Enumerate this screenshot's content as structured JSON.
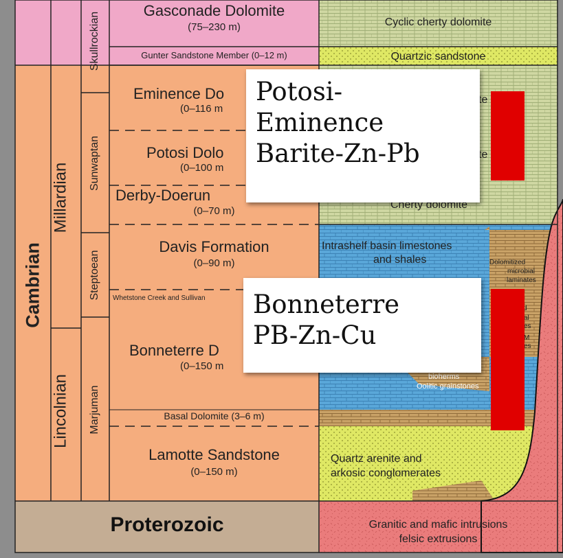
{
  "colors": {
    "cambrian": "#f5ad7e",
    "ordovician": "#f0a8c8",
    "proterozoic": "#c4ad94",
    "dolomite_green": "#cfd7a2",
    "sandstone_yellow": "#dfe864",
    "limestone_blue": "#5aa7d9",
    "granite_pink": "#ea7c7c",
    "callout_bar": "#e00000"
  },
  "columns": {
    "system": "Cambrian",
    "series": [
      "Millardian",
      "Lincolnian"
    ],
    "stages": [
      "Skullrockian",
      "Sunwaptan",
      "Steptoean",
      "Marjuman"
    ],
    "basement": "Proterozoic"
  },
  "formations": [
    {
      "name": "Gasconade Dolomite",
      "thickness": "(75–230 m)"
    },
    {
      "name": "Gunter Sandstone Member (0–12 m)"
    },
    {
      "name": "Eminence Do",
      "thickness": "(0–116 m"
    },
    {
      "name": "Potosi Dolo",
      "thickness": "(0–100 m"
    },
    {
      "name": "Derby-Doerun",
      "thickness": "(0–70 m)"
    },
    {
      "name": "Davis Formation",
      "thickness": "(0–90 m)"
    },
    {
      "name": "Whetstone Creek and Sullivan"
    },
    {
      "name": "Bonneterre D",
      "thickness": "(0–150 m"
    },
    {
      "name": "Basal Dolomite (3–6 m)"
    },
    {
      "name": "Lamotte Sandstone",
      "thickness": "(0–150 m)"
    }
  ],
  "lithology": {
    "cyclic": "Cyclic cherty dolomite",
    "quartzic": "Quartzic sandstone",
    "te1": "te",
    "te2": "te",
    "cherty": "Cherty dolomite",
    "intrashelf_1": "Intrashelf basin limestones",
    "intrashelf_2": "and shales",
    "dolomitized_1": "Dolomitized",
    "dolomitized_2": "microbial",
    "dolomitized_3": "laminates",
    "frag_1": "d",
    "frag_2": "al",
    "frag_3": "es",
    "frag_4": "M",
    "frag_5": "es",
    "bioherms": "bioherms",
    "oolitic": "Oolitic grainstones",
    "quartz_1": "Quartz arenite and",
    "quartz_2": "arkosic conglomerates",
    "granitic_1": "Granitic and mafic intrusions",
    "granitic_2": "felsic extrusions"
  },
  "callouts": {
    "potosi": [
      "Potosi-",
      "Eminence",
      "Barite-Zn-Pb"
    ],
    "bonneterre": [
      "Bonneterre",
      "PB-Zn-Cu"
    ]
  }
}
